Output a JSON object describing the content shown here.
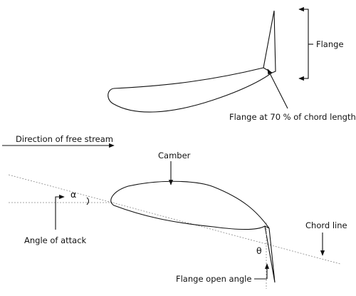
{
  "labels": {
    "flange": "Flange",
    "flange_at": "Flange at 70 % of chord length",
    "direction": "Direction of free stream",
    "camber": "Camber",
    "alpha": "α",
    "angle_of_attack": "Angle of attack",
    "chord_line": "Chord line",
    "theta": "θ",
    "flange_open_angle": "Flange open angle"
  },
  "colors": {
    "ink": "#111111",
    "guide": "#888888"
  }
}
